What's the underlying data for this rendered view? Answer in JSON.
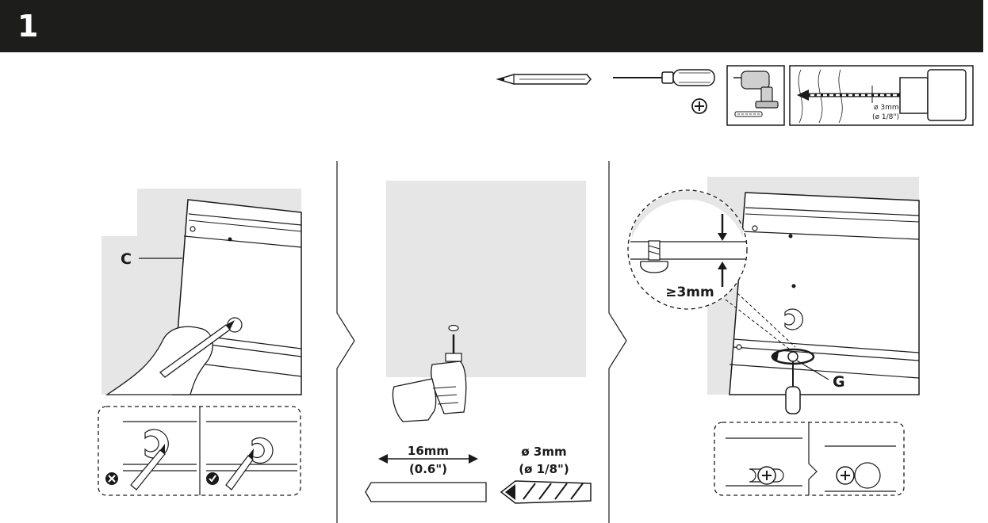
{
  "header": {
    "step_number": "1"
  },
  "colors": {
    "header_bg": "#1d1d1b",
    "wall_gray": "#e6e6e6",
    "ink": "#1a1a1a"
  },
  "tools": {
    "items": [
      "pencil-icon",
      "screwdriver-icon",
      "phillips-icon",
      "drill-icon",
      "drill-bit-icon"
    ],
    "bit_label_mm": "ø 3mm",
    "bit_label_in": "(ø 1/8\")"
  },
  "panel1": {
    "part_label": "C",
    "wrong_icon": "cross-circle-icon",
    "correct_icon": "check-circle-icon"
  },
  "panel2": {
    "depth_mm": "16mm",
    "depth_in": "(0.6\")",
    "bit_mm": "ø 3mm",
    "bit_in": "(ø 1/8\")"
  },
  "panel3": {
    "gap_label": "≥3mm",
    "screw_label": "G"
  }
}
